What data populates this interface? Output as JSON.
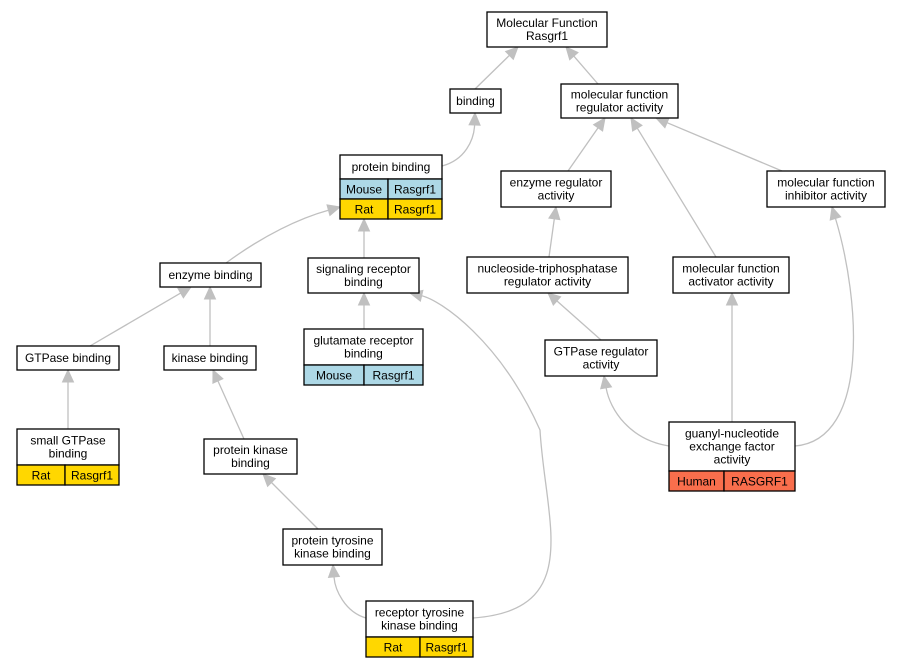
{
  "colors": {
    "mouse": "#add8e6",
    "rat": "#ffd700",
    "human": "#f96e4c",
    "edge": "#c0c0c0"
  },
  "nodes": [
    {
      "id": "root",
      "lines": [
        "Molecular Function",
        "Rasgrf1"
      ],
      "annotations": []
    },
    {
      "id": "binding",
      "lines": [
        "binding"
      ],
      "annotations": []
    },
    {
      "id": "mfra",
      "lines": [
        "molecular function",
        "regulator activity"
      ],
      "annotations": []
    },
    {
      "id": "protein-binding",
      "lines": [
        "protein binding"
      ],
      "annotations": [
        {
          "species": "Mouse",
          "gene": "Rasgrf1",
          "color": "mouse"
        },
        {
          "species": "Rat",
          "gene": "Rasgrf1",
          "color": "rat"
        }
      ]
    },
    {
      "id": "enzyme-regulator",
      "lines": [
        "enzyme regulator",
        "activity"
      ],
      "annotations": []
    },
    {
      "id": "mf-inhibitor",
      "lines": [
        "molecular function",
        "inhibitor activity"
      ],
      "annotations": []
    },
    {
      "id": "enzyme-binding",
      "lines": [
        "enzyme binding"
      ],
      "annotations": []
    },
    {
      "id": "signaling-receptor",
      "lines": [
        "signaling receptor",
        "binding"
      ],
      "annotations": []
    },
    {
      "id": "ntp-regulator",
      "lines": [
        "nucleoside-triphosphatase",
        "regulator activity"
      ],
      "annotations": []
    },
    {
      "id": "mf-activator",
      "lines": [
        "molecular function",
        "activator activity"
      ],
      "annotations": []
    },
    {
      "id": "gtpase-binding",
      "lines": [
        "GTPase binding"
      ],
      "annotations": []
    },
    {
      "id": "kinase-binding",
      "lines": [
        "kinase binding"
      ],
      "annotations": []
    },
    {
      "id": "glutamate-receptor",
      "lines": [
        "glutamate receptor",
        "binding"
      ],
      "annotations": [
        {
          "species": "Mouse",
          "gene": "Rasgrf1",
          "color": "mouse"
        }
      ]
    },
    {
      "id": "gtpase-regulator",
      "lines": [
        "GTPase regulator",
        "activity"
      ],
      "annotations": []
    },
    {
      "id": "small-gtpase",
      "lines": [
        "small GTPase",
        "binding"
      ],
      "annotations": [
        {
          "species": "Rat",
          "gene": "Rasgrf1",
          "color": "rat"
        }
      ]
    },
    {
      "id": "protein-kinase",
      "lines": [
        "protein kinase",
        "binding"
      ],
      "annotations": []
    },
    {
      "id": "gnef",
      "lines": [
        "guanyl-nucleotide",
        "exchange factor",
        "activity"
      ],
      "annotations": [
        {
          "species": "Human",
          "gene": "RASGRF1",
          "color": "human"
        }
      ]
    },
    {
      "id": "ptk-binding",
      "lines": [
        "protein tyrosine",
        "kinase binding"
      ],
      "annotations": []
    },
    {
      "id": "rtk-binding",
      "lines": [
        "receptor tyrosine",
        "kinase binding"
      ],
      "annotations": [
        {
          "species": "Rat",
          "gene": "Rasgrf1",
          "color": "rat"
        }
      ]
    }
  ],
  "edges": [
    {
      "from": "binding",
      "to": "root"
    },
    {
      "from": "mfra",
      "to": "root"
    },
    {
      "from": "protein-binding",
      "to": "binding"
    },
    {
      "from": "enzyme-regulator",
      "to": "mfra"
    },
    {
      "from": "mf-activator",
      "to": "mfra"
    },
    {
      "from": "mf-inhibitor",
      "to": "mfra"
    },
    {
      "from": "enzyme-binding",
      "to": "protein-binding"
    },
    {
      "from": "signaling-receptor",
      "to": "protein-binding"
    },
    {
      "from": "ntp-regulator",
      "to": "enzyme-regulator"
    },
    {
      "from": "gtpase-binding",
      "to": "enzyme-binding"
    },
    {
      "from": "kinase-binding",
      "to": "enzyme-binding"
    },
    {
      "from": "glutamate-receptor",
      "to": "signaling-receptor"
    },
    {
      "from": "rtk-binding",
      "to": "signaling-receptor"
    },
    {
      "from": "gtpase-regulator",
      "to": "ntp-regulator"
    },
    {
      "from": "small-gtpase",
      "to": "gtpase-binding"
    },
    {
      "from": "protein-kinase",
      "to": "kinase-binding"
    },
    {
      "from": "gnef",
      "to": "gtpase-regulator"
    },
    {
      "from": "gnef",
      "to": "mf-activator"
    },
    {
      "from": "gnef",
      "to": "mf-inhibitor"
    },
    {
      "from": "ptk-binding",
      "to": "protein-kinase"
    },
    {
      "from": "rtk-binding",
      "to": "ptk-binding"
    }
  ]
}
